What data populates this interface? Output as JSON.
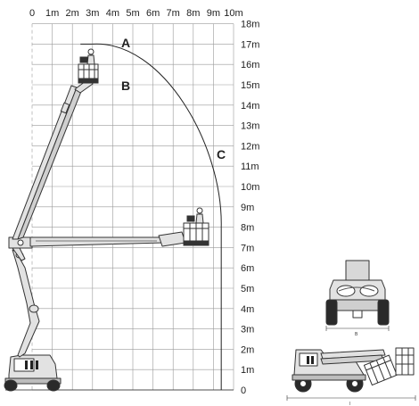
{
  "x_axis": {
    "unit": "m",
    "ticks": [
      "0",
      "1m",
      "2m",
      "3m",
      "4m",
      "5m",
      "6m",
      "7m",
      "8m",
      "9m",
      "10m"
    ]
  },
  "y_axis": {
    "unit": "m",
    "ticks": [
      "0",
      "1m",
      "2m",
      "3m",
      "4m",
      "5m",
      "6m",
      "7m",
      "8m",
      "9m",
      "10m",
      "11m",
      "12m",
      "13m",
      "14m",
      "15m",
      "16m",
      "17m",
      "18m"
    ]
  },
  "points": {
    "a": {
      "label": "A",
      "reach_m": 3,
      "height_m": 17
    },
    "b": {
      "label": "B",
      "reach_m": 3,
      "height_m": 15
    },
    "c": {
      "label": "C",
      "reach_m": 9,
      "height_m": 12
    }
  },
  "envelope": {
    "max_height_m": 17,
    "max_reach_m": 9.3
  },
  "views": {
    "rear_dimension_label": "B",
    "side_dimension_label": "l"
  },
  "colors": {
    "grid": "#9a9a9a",
    "ink": "#222222",
    "machine_fill": "#e2e2e2",
    "machine_stroke": "#333333",
    "tyre": "#2a2a2a"
  }
}
